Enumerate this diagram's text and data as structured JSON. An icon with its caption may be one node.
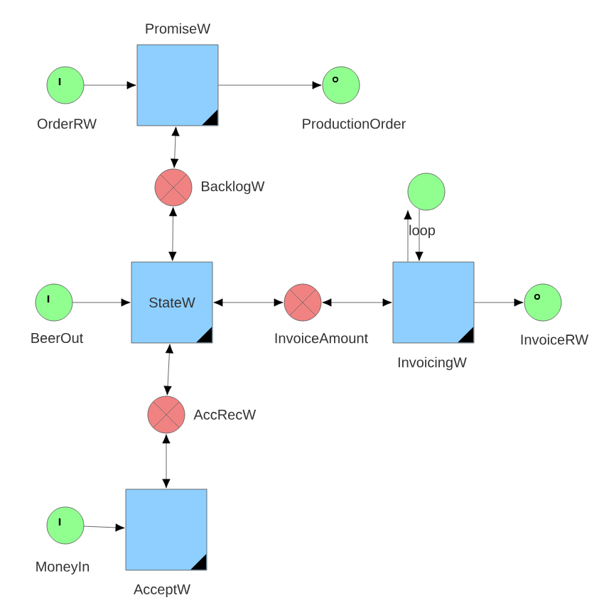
{
  "diagram": {
    "nodes": [
      {
        "text": [
          "PromiseW"
        ]
      },
      {
        "text": [
          "OrderRW"
        ]
      },
      {
        "text": [
          "ProductionOrder"
        ]
      },
      {
        "text": [
          "BacklogW"
        ]
      },
      {
        "text": [
          "StateW"
        ]
      },
      {
        "text": [
          "BeerOut"
        ]
      },
      {
        "text": [
          "InvoiceAmount"
        ]
      },
      {
        "text": [
          "InvoicingW"
        ]
      },
      {
        "text": [
          "loop"
        ]
      },
      {
        "text": [
          "InvoiceRW"
        ]
      },
      {
        "text": [
          "AccRecW"
        ]
      },
      {
        "text": [
          "AcceptW"
        ]
      },
      {
        "text": [
          "MoneyIn"
        ]
      }
    ],
    "edges": [
      {
        "from": 1,
        "to": 0,
        "arrow": "to"
      },
      {
        "from": 0,
        "to": 2,
        "arrow": "to"
      },
      {
        "from": 0,
        "to": 3,
        "arrow": "both"
      },
      {
        "from": 3,
        "to": 4,
        "arrow": "both"
      },
      {
        "from": 5,
        "to": 4,
        "arrow": "to"
      },
      {
        "from": 4,
        "to": 6,
        "arrow": "both"
      },
      {
        "from": 6,
        "to": 7,
        "arrow": "both"
      },
      {
        "from": 7,
        "to": 8,
        "arrow": "to"
      },
      {
        "from": 8,
        "to": 7,
        "arrow": "to"
      },
      {
        "from": 7,
        "to": 9,
        "arrow": "to"
      },
      {
        "from": 4,
        "to": 10,
        "arrow": "both"
      },
      {
        "from": 10,
        "to": 11,
        "arrow": "both"
      },
      {
        "from": 12,
        "to": 11,
        "arrow": "to"
      }
    ]
  }
}
